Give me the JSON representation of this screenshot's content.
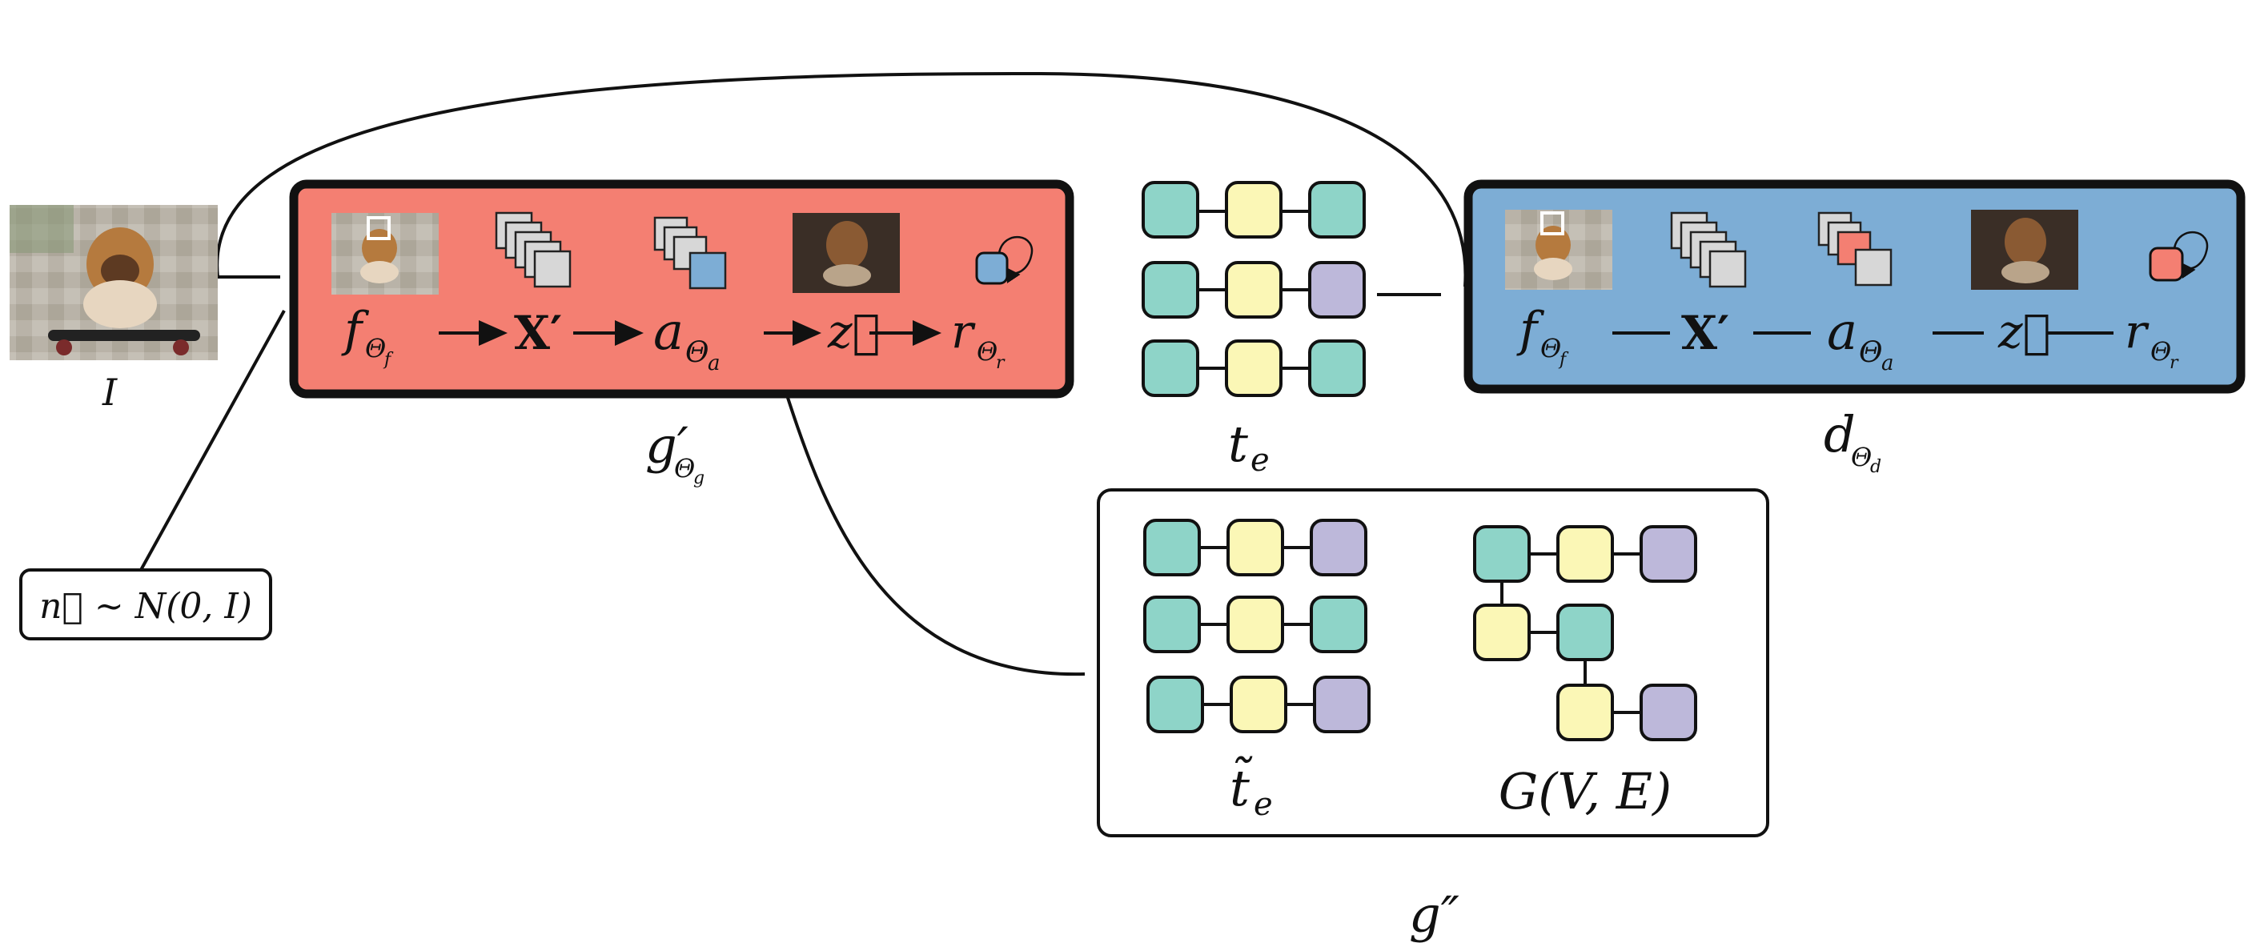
{
  "colors": {
    "generator_fill": "#F47F72",
    "discriminator_fill": "#7DADD5",
    "node_teal": "#8ED4C8",
    "node_yellow": "#FBF7B6",
    "node_purple": "#BDB8DA",
    "node_blue": "#7DADD5",
    "node_red": "#F47F72",
    "stack_gray": "#D7D7D7",
    "outline": "#111111"
  },
  "input_image": {
    "label": "I"
  },
  "noise": {
    "label": "n⃗ ∼ N(0, I)"
  },
  "generator": {
    "label_main": "g′",
    "label_sub": "Θ",
    "label_subsub": "g",
    "pipeline": [
      {
        "main": "f",
        "sub": "Θ",
        "subsub": "f"
      },
      {
        "main": "X′"
      },
      {
        "main": "a",
        "sub": "Θ",
        "subsub": "a"
      },
      {
        "main": "z⃗"
      },
      {
        "main": "r",
        "sub": "Θ",
        "subsub": "r"
      }
    ]
  },
  "discriminator": {
    "label_main": "d",
    "label_sub": "Θ",
    "label_subsub": "d",
    "pipeline": [
      {
        "main": "f",
        "sub": "Θ",
        "subsub": "f"
      },
      {
        "main": "X′"
      },
      {
        "main": "a",
        "sub": "Θ",
        "subsub": "a"
      },
      {
        "main": "z⃗"
      },
      {
        "main": "r",
        "sub": "Θ",
        "subsub": "r"
      }
    ]
  },
  "real_graph": {
    "label_main": "t",
    "label_sub": "e"
  },
  "refine_box": {
    "label_main": "g″",
    "tilde_label_main": "t̃",
    "tilde_label_sub": "e",
    "graph_label": "G(V, E)"
  }
}
